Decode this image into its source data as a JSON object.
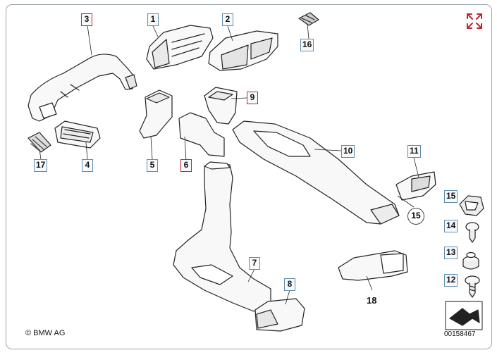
{
  "labels": {
    "l1": "1",
    "l2": "2",
    "l3": "3",
    "l4": "4",
    "l5": "5",
    "l6": "6",
    "l7": "7",
    "l8": "8",
    "l9": "9",
    "l10": "10",
    "l11": "11",
    "l12": "12",
    "l13": "13",
    "l14": "14",
    "l15": "15",
    "l15b": "15",
    "l16": "16",
    "l17": "17",
    "l18": "18"
  },
  "footer": {
    "copyright": "© BMW AG",
    "diagram_id": "00158467"
  },
  "colors": {
    "highlight_border": "#c0262c",
    "label_border": "#5f8fb0",
    "expand_icon": "#c0262c"
  },
  "icons": {
    "expand": "expand-arrows-icon"
  }
}
